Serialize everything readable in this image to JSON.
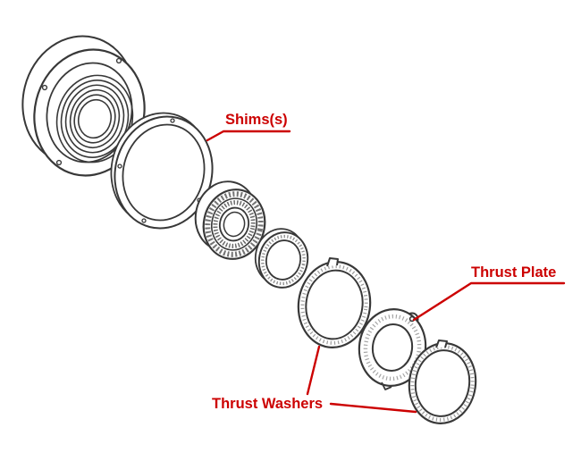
{
  "figure": {
    "type": "exploded-parts-diagram"
  },
  "colors": {
    "label": "#cc0000",
    "line_art": "#383838",
    "background": "#ffffff"
  },
  "labels": {
    "shims": "Shims(s)",
    "thrust_plate": "Thrust Plate",
    "thrust_washers": "Thrust Washers"
  }
}
